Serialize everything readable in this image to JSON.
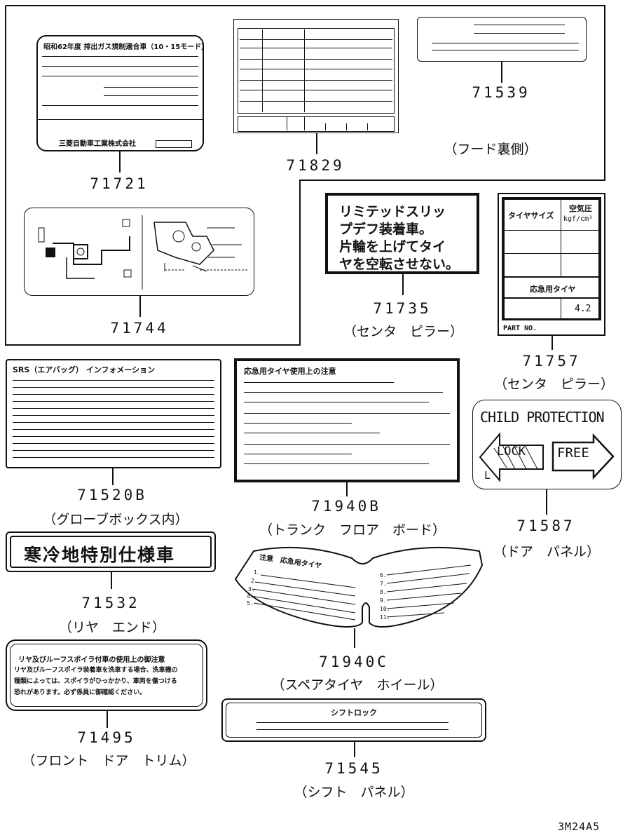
{
  "drawing_code": "3M24A5",
  "parts": {
    "p71721": {
      "number": "71721",
      "header": "昭和62年度  排出ガス規制適合車（10・15モード）",
      "footer": "三菱自動車工業株式会社"
    },
    "p71829": {
      "number": "71829"
    },
    "p71539": {
      "number": "71539",
      "location": "（フード裏側）"
    },
    "p71744": {
      "number": "71744"
    },
    "p71735": {
      "number": "71735",
      "location": "（センタ　ピラー）",
      "lines": [
        "リミテッドスリッ",
        "プデフ装着車。",
        "片輪を上げてタイ",
        "ヤを空転させない。"
      ]
    },
    "p71757": {
      "number": "71757",
      "location": "（センタ　ピラー）",
      "col1": "タイヤサイズ",
      "col2a": "空気圧",
      "col2b": "kgf/cm²",
      "spare": "応急用タイヤ",
      "value": "4.2",
      "part_no": "PART NO."
    },
    "p71520B": {
      "number": "71520B",
      "location": "（グローブボックス内）",
      "header": "SRS（エアバッグ）  インフォメーション"
    },
    "p71940B": {
      "number": "71940B",
      "location": "（トランク　フロア　ボード）",
      "header": "応急用タイヤ使用上の注意"
    },
    "p71587": {
      "number": "71587",
      "location": "（ドア　パネル）",
      "title": "CHILD PROTECTION",
      "lock": "LOCK",
      "free": "FREE",
      "l": "L"
    },
    "p71532": {
      "number": "71532",
      "location": "（リヤ　エンド）",
      "text": "寒冷地特別仕様車"
    },
    "p71940C": {
      "number": "71940C",
      "location": "（スペアタイヤ　ホイール）",
      "header": "注意　応急用タイヤ",
      "left_nums": [
        "1.",
        "2.",
        "3.",
        "4.",
        "5."
      ],
      "right_nums": [
        "6.",
        "7.",
        "8.",
        "9.",
        "10.",
        "11."
      ]
    },
    "p71495": {
      "number": "71495",
      "location": "（フロント　ドア　トリム）",
      "lines": [
        "リヤ及びルーフスポイラ付車の使用上の御注意",
        "リヤ及びルーフスポイラ装着車を洗車する場合、洗車機の",
        "種類によっては、スポイラがひっかかり、車両を傷つける",
        "恐れがあります。必ず係員に御確認ください。"
      ]
    },
    "p71545": {
      "number": "71545",
      "location": "（シフト　パネル）",
      "header": "シフトロック"
    }
  }
}
